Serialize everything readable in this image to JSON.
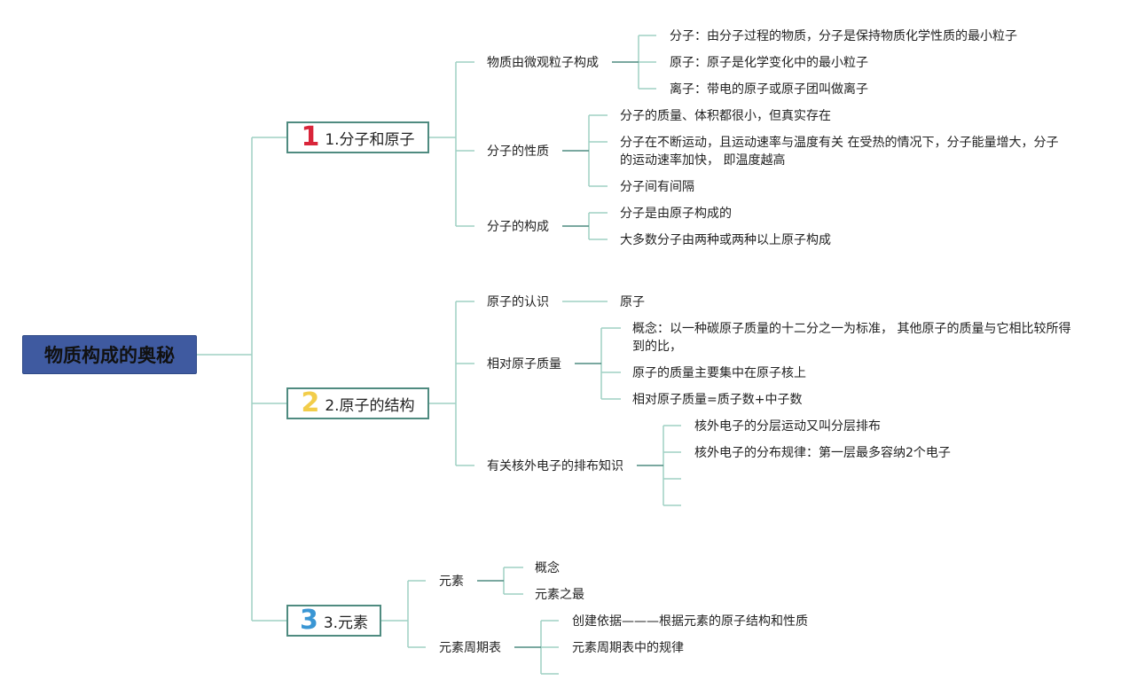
{
  "root": "物质构成的奥秘",
  "topics": [
    {
      "num": "1",
      "num_color": "#d9253a",
      "label": "1.分子和原子"
    },
    {
      "num": "2",
      "num_color": "#f2cd4a",
      "label": "2.原子的结构"
    },
    {
      "num": "3",
      "num_color": "#3a96d4",
      "label": "3.元素"
    }
  ],
  "branch1": {
    "sub1": {
      "label": "物质由微观粒子构成",
      "items": [
        "分子：由分子过程的物质，分子是保持物质化学性质的最小粒子",
        "原子：原子是化学变化中的最小粒子",
        "离子：带电的原子或原子团叫做离子"
      ]
    },
    "sub2": {
      "label": "分子的性质",
      "items": [
        "分子的质量、体积都很小，但真实存在",
        "分子在不断运动，且运动速率与温度有关 在受热的情况下，分子能量增大，分子的运动速率加快， 即温度越高",
        "分子间有间隔"
      ]
    },
    "sub3": {
      "label": "分子的构成",
      "items": [
        "分子是由原子构成的",
        "大多数分子由两种或两种以上原子构成"
      ]
    }
  },
  "branch2": {
    "sub1": {
      "label": "原子的认识",
      "items": [
        "原子"
      ]
    },
    "sub2": {
      "label": "相对原子质量",
      "items": [
        "概念：以一种碳原子质量的十二分之一为标准， 其他原子的质量与它相比较所得到的比，",
        "原子的质量主要集中在原子核上",
        "相对原子质量=质子数+中子数"
      ]
    },
    "sub3": {
      "label": "有关核外电子的排布知识",
      "items": [
        "核外电子的分层运动又叫分层排布",
        "核外电子的分布规律：第一层最多容纳2个电子"
      ]
    }
  },
  "branch3": {
    "sub1": {
      "label": "元素",
      "items": [
        "概念",
        "元素之最"
      ]
    },
    "sub2": {
      "label": "元素周期表",
      "items": [
        "创建依据———根据元素的原子结构和性质",
        "元素周期表中的规律"
      ]
    }
  },
  "colors": {
    "root_fill": "#3f5aa0",
    "topic_border": "#4f8b80",
    "line_main": "#8ccbbd",
    "line_dark": "#4f8b80"
  }
}
